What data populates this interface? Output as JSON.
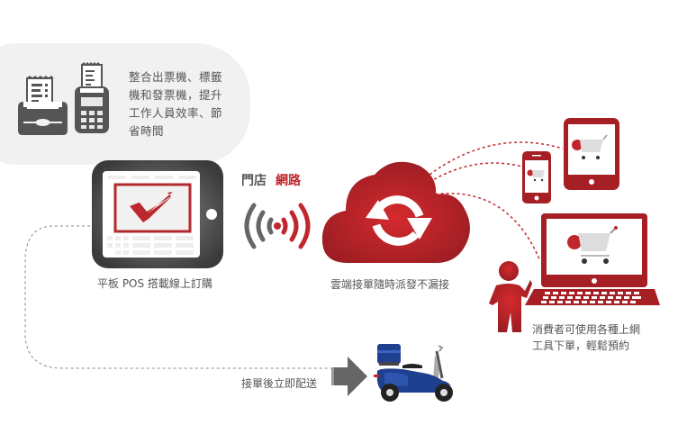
{
  "feature_bubble": {
    "text": "整合出票機、標籤機和發票機，提升工作人員效率、節省時間",
    "lines": [
      "整合出票機、標籤",
      "機和發票機，提升",
      "工作人員效率、節",
      "省時間"
    ],
    "icons": [
      "receipt-printer-icon",
      "card-terminal-icon"
    ]
  },
  "pos_tablet": {
    "caption": "平板 POS 搭載線上訂購"
  },
  "network": {
    "label_left": "門店",
    "label_right": "網路"
  },
  "cloud": {
    "caption": "雲端接單隨時派發不漏接"
  },
  "consumer": {
    "caption_line1": "消費者可使用各種上網",
    "caption_line2": "工具下單，輕鬆預約"
  },
  "delivery": {
    "caption": "接單後立即配送"
  },
  "colors": {
    "brand_red": "#c0272d",
    "dark_gray": "#444444",
    "mid_gray": "#666666",
    "light_bg": "#f1f1f1",
    "scooter_blue": "#1f3f8f"
  }
}
